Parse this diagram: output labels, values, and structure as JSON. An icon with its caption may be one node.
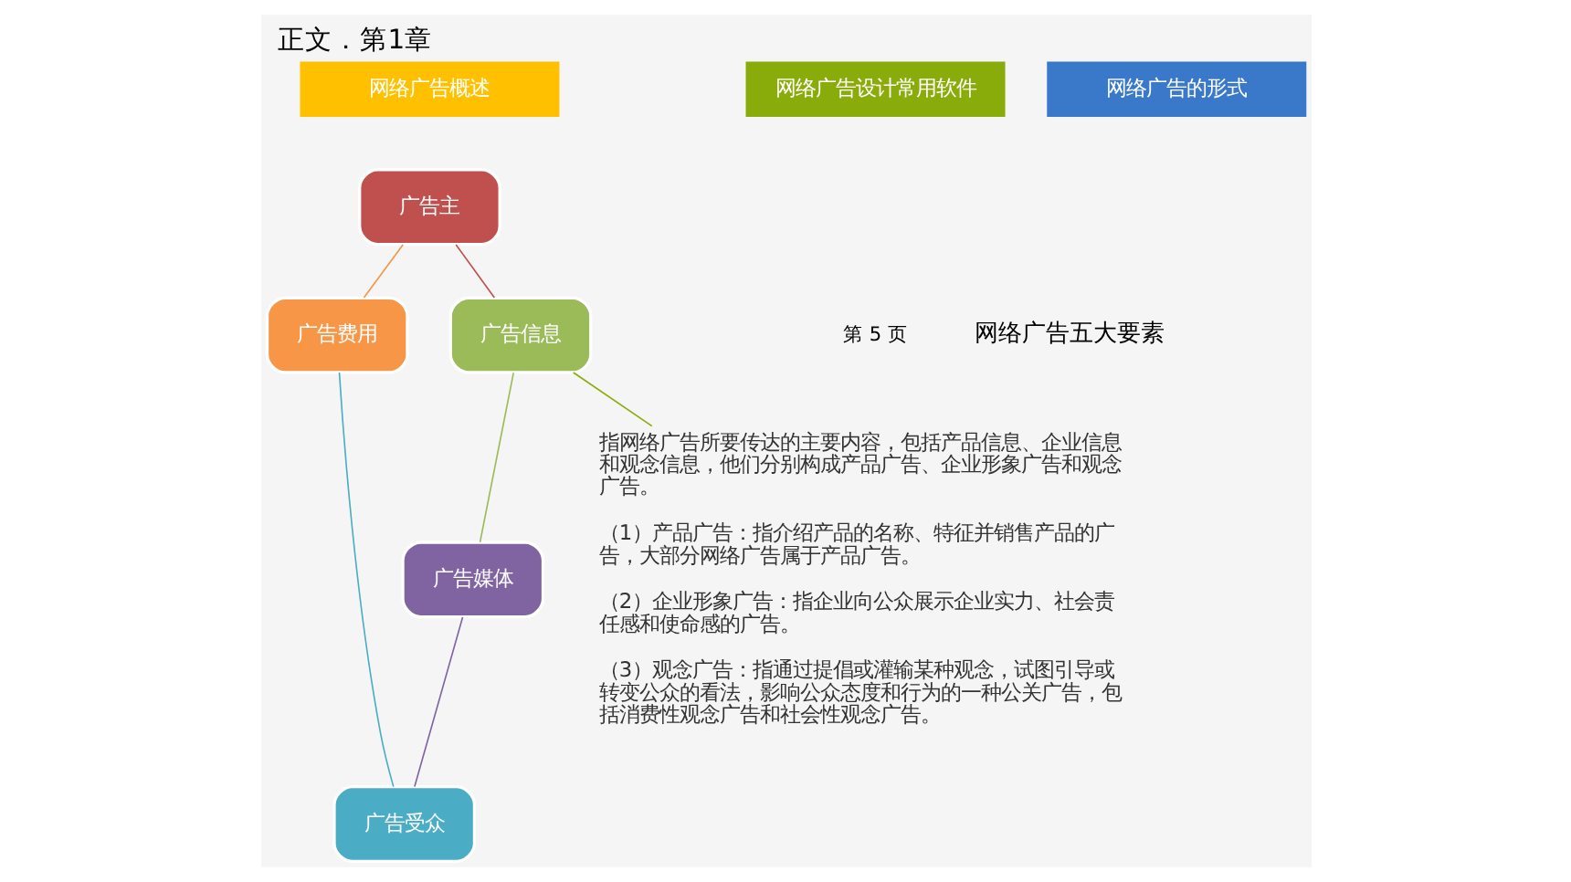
{
  "diagram": {
    "title": "正文．第1章",
    "nodes": [
      {
        "text": [
          "网络广告概述"
        ]
      },
      {
        "text": [
          "网络广告的形式"
        ]
      },
      {
        "text": [
          "网络广告设计常用软件"
        ]
      },
      {
        "text": [
          "广告主"
        ]
      },
      {
        "text": [
          "广告信息"
        ]
      },
      {
        "text": [
          "广告媒体"
        ]
      },
      {
        "text": [
          "广告受众"
        ]
      },
      {
        "text": [
          "广告费用"
        ]
      },
      {
        "text": [
          "指网络广告所要传达的主要内容，包括产品信息、企业信息和观念信息，他们分别构成产品广告、企业形象广告和观念广告。",
          "（1）产品广告：指介绍产品的名称、特征并销售产品的广告，大部分网络广告属于产品广告。",
          "（2）企业形象广告：指企业向公众展示企业实力、社会责任感和使命感的广告。",
          "（3）观念广告：指通过提倡或灌输某种观念，试图引导或转变公众的看法，影响公众态度和行为的一种公关广告，包括消费性观念广告和社会性观念广告。"
        ]
      }
    ],
    "edges": [
      {
        "from": 3,
        "to": 4,
        "arrow": "none",
        "color": "#c0504d"
      },
      {
        "from": 4,
        "to": 5,
        "arrow": "none",
        "color": "#9bbb59"
      },
      {
        "from": 5,
        "to": 6,
        "arrow": "none",
        "color": "#8064a2"
      },
      {
        "from": 6,
        "to": 7,
        "arrow": "none",
        "color": "#4bacc6"
      },
      {
        "from": 7,
        "to": 3,
        "arrow": "none",
        "color": "#f79646"
      },
      {
        "from": 4,
        "to": 8,
        "arrow": "none",
        "color": "#8aac0a"
      }
    ],
    "labels": [
      "第 5 页",
      "网络广告五大要素"
    ]
  }
}
